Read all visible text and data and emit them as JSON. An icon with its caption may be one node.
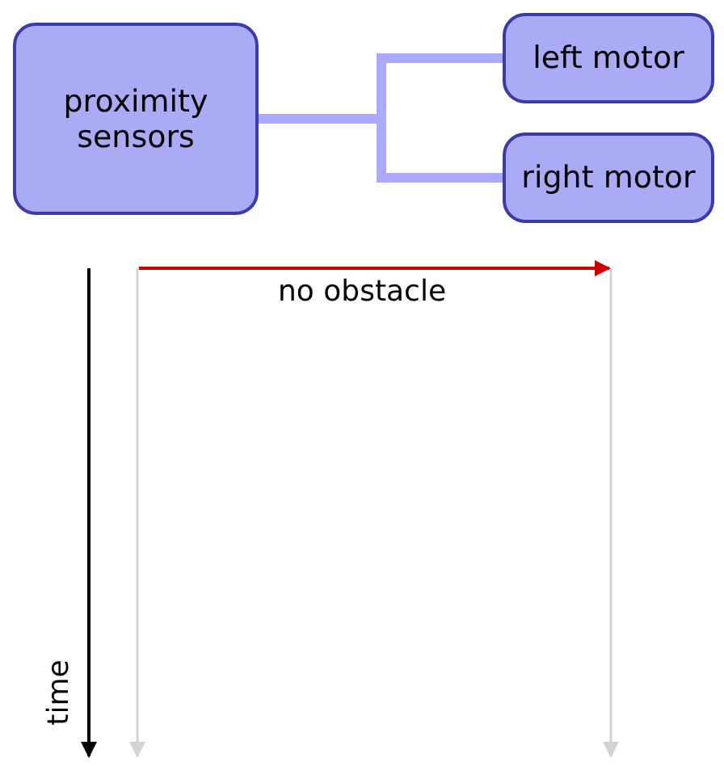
{
  "diagram": {
    "nodes": [
      {
        "text": [
          "proximity sensors"
        ]
      },
      {
        "text": [
          "left motor"
        ]
      },
      {
        "text": [
          "right motor"
        ]
      },
      {
        "text": [],
        "shape": "line"
      },
      {
        "text": [],
        "shape": "line"
      }
    ],
    "edges": [
      {
        "from": 0,
        "to": 1,
        "arrow": "none"
      },
      {
        "from": 0,
        "to": 2,
        "arrow": "none"
      },
      {
        "from": 3,
        "to": 4,
        "arrow": "to",
        "label": "no obstacle",
        "color": "#cc0000"
      }
    ],
    "labels": [
      "time"
    ]
  }
}
